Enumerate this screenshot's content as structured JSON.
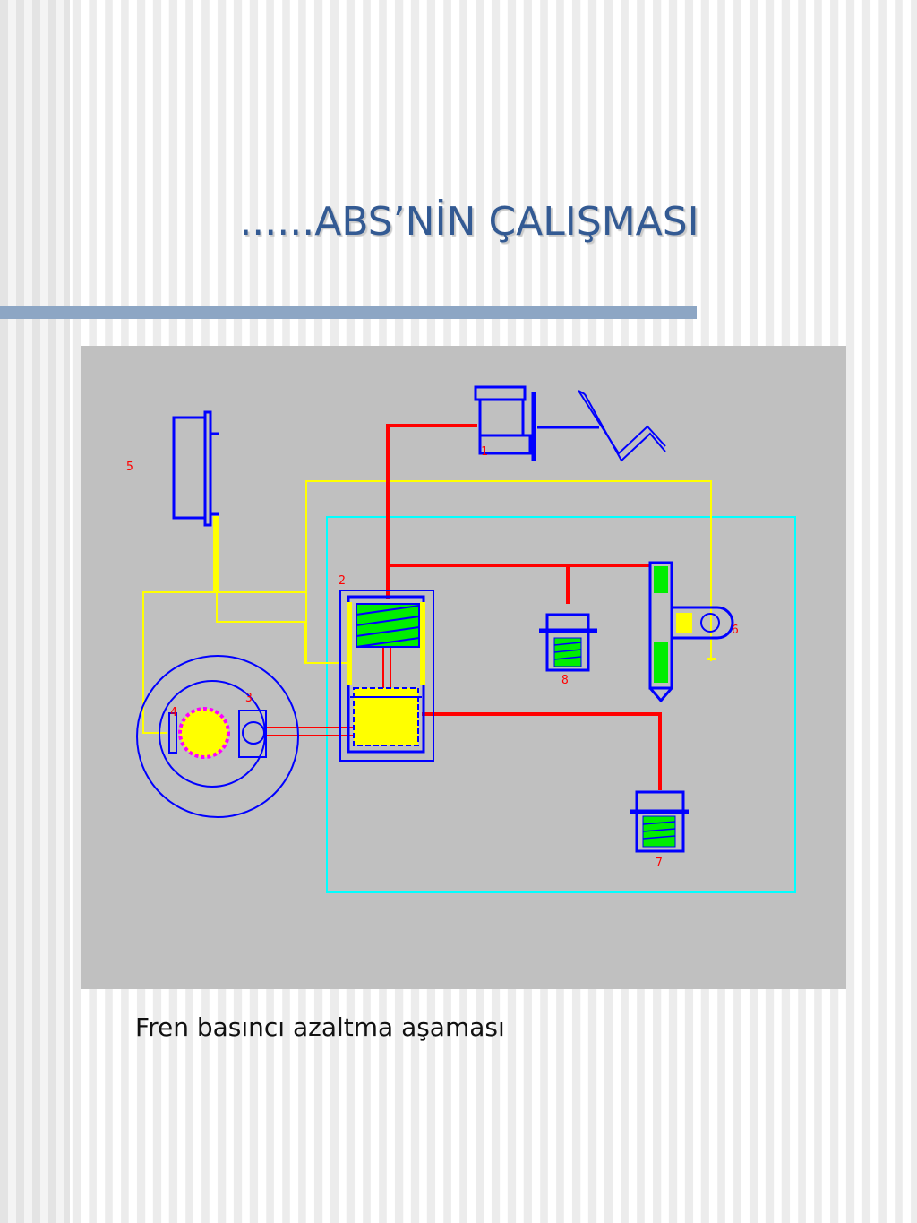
{
  "slide": {
    "title": "......ABS’NİN ÇALIŞMASI",
    "caption": "Fren basıncı azaltma aşaması"
  },
  "diagram": {
    "component_labels": [
      "1",
      "2",
      "3",
      "4",
      "5",
      "6",
      "7",
      "8"
    ],
    "colors": {
      "background": "#c0c0c0",
      "hydraulic_line": "#ff0000",
      "electric_line": "#ffff00",
      "component_outline": "#0000ff",
      "control_unit_frame": "#00ffff",
      "spring": "#00ee00",
      "wheel_hub": "#ff00ff"
    }
  }
}
